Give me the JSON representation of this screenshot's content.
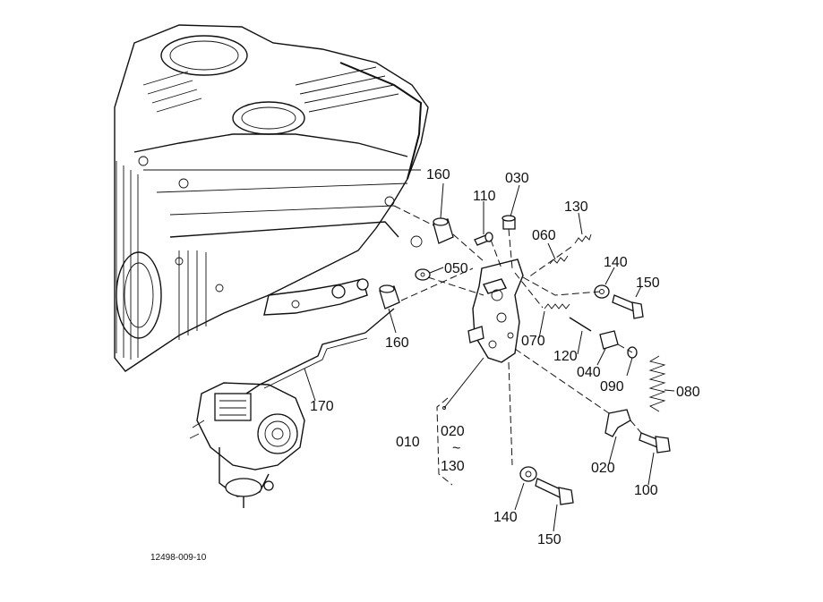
{
  "figure_number": "12498-009-10",
  "callouts": {
    "c160_top": "160",
    "c110": "110",
    "c030": "030",
    "c130_top": "130",
    "c060": "060",
    "c050": "050",
    "c140_top": "140",
    "c150_top": "150",
    "c160_bottom": "160",
    "c070": "070",
    "c120": "120",
    "c040": "040",
    "c090": "090",
    "c080": "080",
    "c170": "170",
    "c010": "010",
    "c020_group": "020",
    "c130_group": "130",
    "c020_right": "020",
    "c100": "100",
    "c140_bottom": "140",
    "c150_bottom": "150"
  },
  "group_range_symbol": "~"
}
